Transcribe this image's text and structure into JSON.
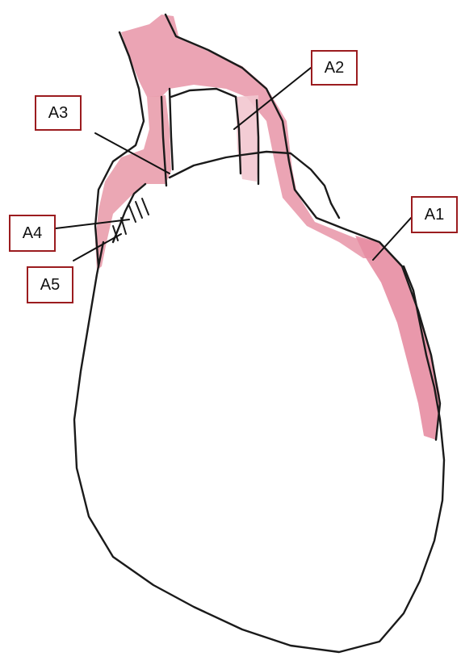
{
  "labels": {
    "a1": "A1",
    "a2": "A2",
    "a3": "A3",
    "a4": "A4",
    "a5": "A5"
  },
  "colors": {
    "vessel_fill": "#e9a0ae",
    "vessel_edge": "#d97b8e",
    "outline": "#1a1a1a",
    "label_border": "#9b1c1f"
  }
}
